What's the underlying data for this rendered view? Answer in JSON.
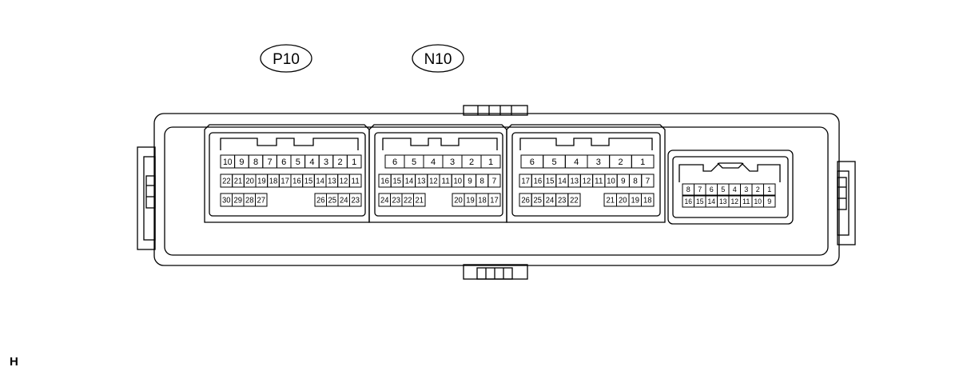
{
  "connector_labels": {
    "left": "P10",
    "right": "N10"
  },
  "footer_code": "H",
  "pins": {
    "p10": {
      "row1": [
        "10",
        "9",
        "8",
        "7",
        "6",
        "5",
        "4",
        "3",
        "2",
        "1"
      ],
      "row2": [
        "22",
        "21",
        "20",
        "19",
        "18",
        "17",
        "16",
        "15",
        "14",
        "13",
        "12",
        "11"
      ],
      "row3_left": [
        "30",
        "29",
        "28",
        "27"
      ],
      "row3_right": [
        "26",
        "25",
        "24",
        "23"
      ]
    },
    "n10_a": {
      "row1": [
        "6",
        "5",
        "4",
        "3",
        "2",
        "1"
      ],
      "row2": [
        "16",
        "15",
        "14",
        "13",
        "12",
        "11",
        "10",
        "9",
        "8",
        "7"
      ],
      "row3_left": [
        "24",
        "23",
        "22",
        "21"
      ],
      "row3_right": [
        "20",
        "19",
        "18",
        "17"
      ]
    },
    "n10_b": {
      "row1": [
        "6",
        "5",
        "4",
        "3",
        "2",
        "1"
      ],
      "row2": [
        "17",
        "16",
        "15",
        "14",
        "13",
        "12",
        "11",
        "10",
        "9",
        "8",
        "7"
      ],
      "row3_left": [
        "26",
        "25",
        "24",
        "23",
        "22"
      ],
      "row3_right": [
        "21",
        "20",
        "19",
        "18"
      ]
    },
    "small": {
      "row1": [
        "8",
        "7",
        "6",
        "5",
        "4",
        "3",
        "2",
        "1"
      ],
      "row2": [
        "16",
        "15",
        "14",
        "13",
        "12",
        "11",
        "10",
        "9"
      ]
    }
  }
}
